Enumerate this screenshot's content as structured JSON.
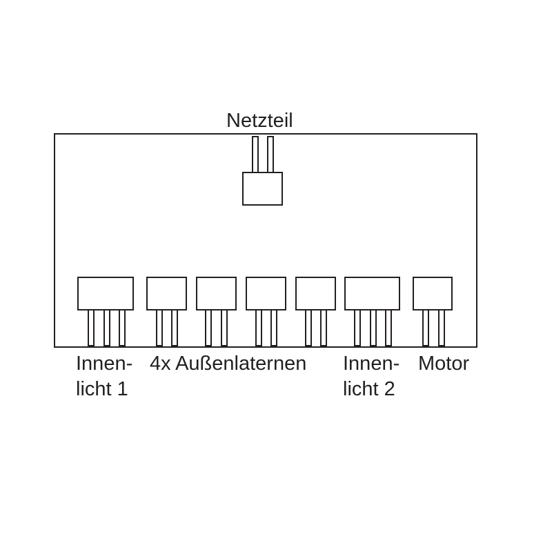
{
  "labels": {
    "power": "Netzteil",
    "inner1_line1": "Innen-",
    "inner1_line2": "licht 1",
    "outer": "4x Außenlaternen",
    "inner2_line1": "Innen-",
    "inner2_line2": "licht 2",
    "motor": "Motor"
  },
  "colors": {
    "stroke": "#231f20",
    "background": "#ffffff"
  }
}
